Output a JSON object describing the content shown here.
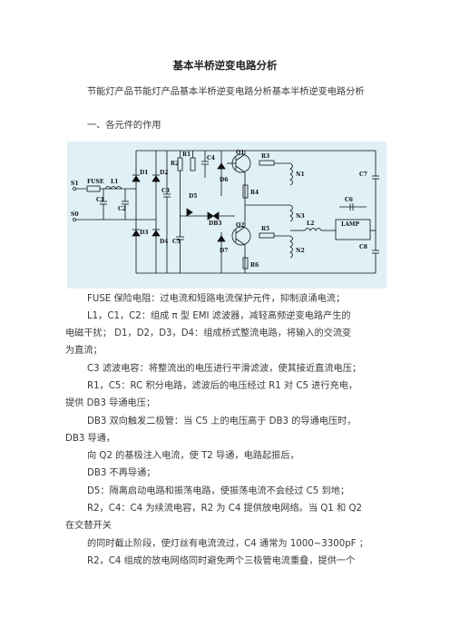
{
  "doc": {
    "title": "基本半桥逆变电路分析",
    "intro": "节能灯产品节能灯产品基本半桥逆变电路分析基本半桥逆变电路分析",
    "section1": "一、各元件的作用",
    "lines": [
      "FUSE 保险电阻：过电流和短路电流保护元件，抑制浪涌电流；",
      "L1，C1，C2：组成 π 型 EMI 滤波器，减轻高频逆变电路产生的",
      "电磁干扰；  D1，D2，D3，D4：组成桥式整流电路，将输入的交流变",
      "为直流；",
      "C3 滤波电容：将整流出的电压进行平滑滤波，使其接近直流电压；",
      "R1，C5：RC 积分电路，滤波后的电压经过 R1 对 C5 进行充电，",
      "提供 DB3 导通电压；",
      "DB3 双向触发二极管：当 C5 上的电压高于 DB3 的导通电压时，",
      "DB3 导通，",
      "向 Q2 的基极注入电流，使 T2 导通，电路起振后，",
      "DB3 不再导通；",
      "D5：隔离启动电路和振荡电路，使振荡电流不会经过 C5 到地；",
      "R2，C4：C4 为续流电容，R2 为 C4 提供放电网络。当 Q1 和 Q2",
      "在交替开关",
      "的同时截止阶段，使灯丝有电流流过，C4 通常为 1000~3300pF ；",
      "R2，C4 组成的放电网络同时避免两个三极管电流重叠，提供一个"
    ]
  },
  "circuit_labels": {
    "s1": "S1",
    "s0": "S0",
    "fuse": "FUSE",
    "l1": "L1",
    "c1": "C1",
    "c2": "C2",
    "d1": "D1",
    "d2": "D2",
    "d3": "D3",
    "d4": "D4",
    "r1": "R1",
    "r2": "R2",
    "c3": "C3",
    "c4": "C4",
    "c5": "C5",
    "d5": "D5",
    "d6": "D6",
    "d7": "D7",
    "db3": "DB3",
    "q1": "Q1",
    "q2": "Q2",
    "r3": "R3",
    "r4": "R4",
    "r5": "R5",
    "r6": "R6",
    "n1": "N1",
    "n2": "N2",
    "n3": "N3",
    "l2": "L2",
    "c6": "C6",
    "c7": "C7",
    "c8": "C8",
    "lamp": "LAMP"
  }
}
